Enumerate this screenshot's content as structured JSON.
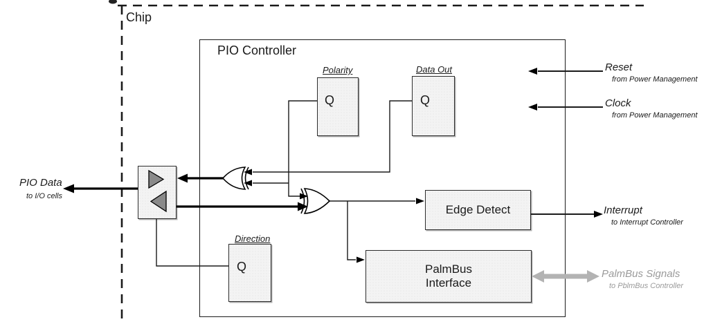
{
  "chip": {
    "label": "Chip"
  },
  "pio_controller": {
    "label": "PIO Controller"
  },
  "registers": {
    "polarity": {
      "label": "Polarity",
      "q": "Q"
    },
    "data_out": {
      "label": "Data Out",
      "q": "Q"
    },
    "direction": {
      "label": "Direction",
      "q": "Q"
    }
  },
  "blocks": {
    "edge_detect": {
      "label": "Edge Detect"
    },
    "palmbus_interface": {
      "line1": "PalmBus",
      "line2": "Interface"
    }
  },
  "signals": {
    "pio_data": {
      "label": "PIO Data",
      "sublabel": "to I/O cells"
    },
    "reset": {
      "label": "Reset",
      "sublabel": "from Power Management"
    },
    "clock": {
      "label": "Clock",
      "sublabel": "from Power Management"
    },
    "interrupt": {
      "label": "Interrupt",
      "sublabel": "to Interrupt Controller"
    },
    "palmbus_signals": {
      "label": "PalmBus Signals",
      "sublabel": "to PblmBus Controller"
    }
  },
  "colors": {
    "line": "#1a1a1a",
    "box_fill": "#f3f3f3",
    "triangle_fill": "#8a8a8a",
    "bus_gray": "#b3b3b3",
    "gray_text": "#9a9a9a"
  }
}
